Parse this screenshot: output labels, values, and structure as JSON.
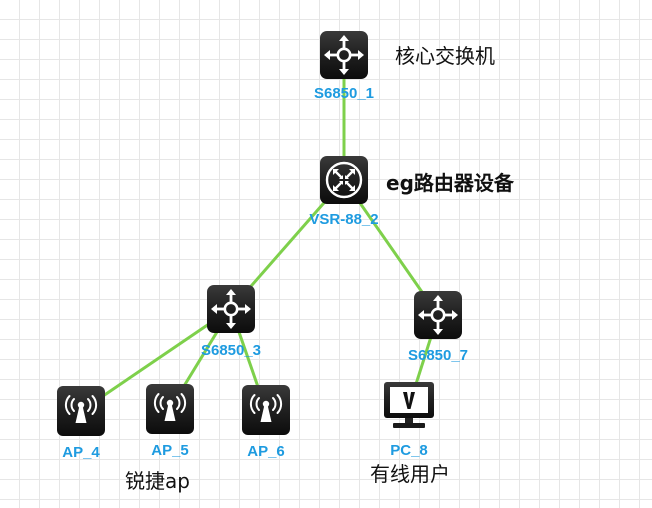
{
  "diagram": {
    "link_color": "#7ed04b",
    "label_color": "#1e9be0",
    "device_fill": "#1a1a1a",
    "nodes": {
      "core": {
        "name": "S6850_1",
        "type": "switch"
      },
      "router": {
        "name": "VSR-88_2",
        "type": "router"
      },
      "sw3": {
        "name": "S6850_3",
        "type": "switch"
      },
      "sw7": {
        "name": "S6850_7",
        "type": "switch"
      },
      "ap4": {
        "name": "AP_4",
        "type": "access-point"
      },
      "ap5": {
        "name": "AP_5",
        "type": "access-point"
      },
      "ap6": {
        "name": "AP_6",
        "type": "access-point"
      },
      "pc8": {
        "name": "PC_8",
        "type": "pc"
      }
    },
    "annotations": {
      "core": "核心交换机",
      "router": "eg路由器设备",
      "aps": "锐捷ap",
      "users": "有线用户"
    },
    "links": [
      [
        "core",
        "router"
      ],
      [
        "router",
        "sw3"
      ],
      [
        "router",
        "sw7"
      ],
      [
        "sw3",
        "ap4"
      ],
      [
        "sw3",
        "ap5"
      ],
      [
        "sw3",
        "ap6"
      ],
      [
        "sw7",
        "pc8"
      ]
    ]
  }
}
